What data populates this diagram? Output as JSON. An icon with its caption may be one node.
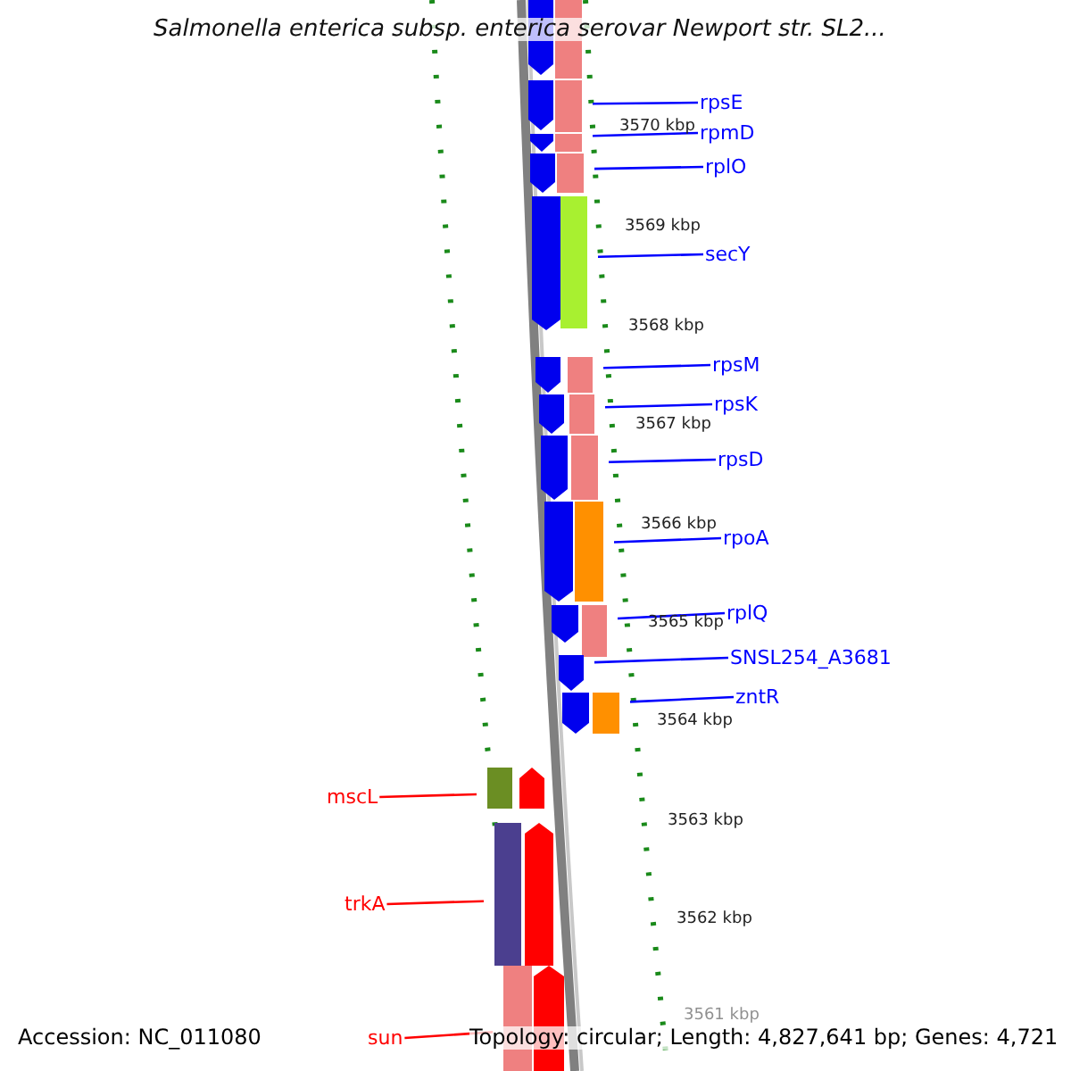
{
  "diagram": {
    "title": "Salmonella enterica subsp. enterica serovar Newport str. SL2...",
    "nodes": [
      {
        "text": [
          "rpsE"
        ]
      },
      {
        "text": [
          "rpmD"
        ]
      },
      {
        "text": [
          "rplO"
        ]
      },
      {
        "text": [
          "secY"
        ]
      },
      {
        "text": [
          "rpsM"
        ]
      },
      {
        "text": [
          "rpsK"
        ]
      },
      {
        "text": [
          "rpsD"
        ]
      },
      {
        "text": [
          "rpoA"
        ]
      },
      {
        "text": [
          "rplQ"
        ]
      },
      {
        "text": [
          "SNSL254_A3681"
        ]
      },
      {
        "text": [
          "zntR"
        ]
      },
      {
        "text": [
          "mscL"
        ]
      },
      {
        "text": [
          "trkA"
        ]
      },
      {
        "text": [
          "sun"
        ]
      },
      {
        "text": [],
        "shape": "bar"
      },
      {
        "text": [],
        "shape": "bar"
      },
      {
        "text": [],
        "shape": "bar"
      },
      {
        "text": [],
        "shape": "bar"
      },
      {
        "text": [],
        "shape": "bar"
      },
      {
        "text": [],
        "shape": "bar"
      },
      {
        "text": [],
        "shape": "bar"
      },
      {
        "text": [],
        "shape": "bar"
      },
      {
        "text": [],
        "shape": "bar"
      },
      {
        "text": [],
        "shape": "pentagon"
      },
      {
        "text": [],
        "shape": "bar"
      },
      {
        "text": [],
        "shape": "bar"
      },
      {
        "text": [],
        "shape": "bar"
      },
      {
        "text": [],
        "shape": "bar"
      }
    ],
    "edges": [
      {
        "from": 0,
        "to": 14,
        "arrow": "none"
      },
      {
        "from": 1,
        "to": 15,
        "arrow": "none"
      },
      {
        "from": 2,
        "to": 16,
        "arrow": "none"
      },
      {
        "from": 3,
        "to": 17,
        "arrow": "none"
      },
      {
        "from": 4,
        "to": 18,
        "arrow": "none"
      },
      {
        "from": 5,
        "to": 19,
        "arrow": "none"
      },
      {
        "from": 6,
        "to": 20,
        "arrow": "none"
      },
      {
        "from": 7,
        "to": 21,
        "arrow": "none"
      },
      {
        "from": 8,
        "to": 22,
        "arrow": "none"
      },
      {
        "from": 9,
        "to": 23,
        "arrow": "none"
      },
      {
        "from": 10,
        "to": 24,
        "arrow": "none"
      },
      {
        "from": 11,
        "to": 25,
        "arrow": "none",
        "color": "#ff0000"
      },
      {
        "from": 12,
        "to": 26,
        "arrow": "none",
        "color": "#ff0000"
      },
      {
        "from": 13,
        "to": 27,
        "arrow": "none",
        "color": "#ff0000"
      }
    ],
    "labels": [
      "3570 kbp",
      "3569 kbp",
      "3568 kbp",
      "3567 kbp",
      "3566 kbp",
      "3565 kbp",
      "3564 kbp",
      "3563 kbp",
      "3562 kbp",
      "3561 kbp",
      "Accession: NC_011080",
      "Topology: circular; Length: 4,827,641 bp; Genes: 4,721"
    ]
  }
}
